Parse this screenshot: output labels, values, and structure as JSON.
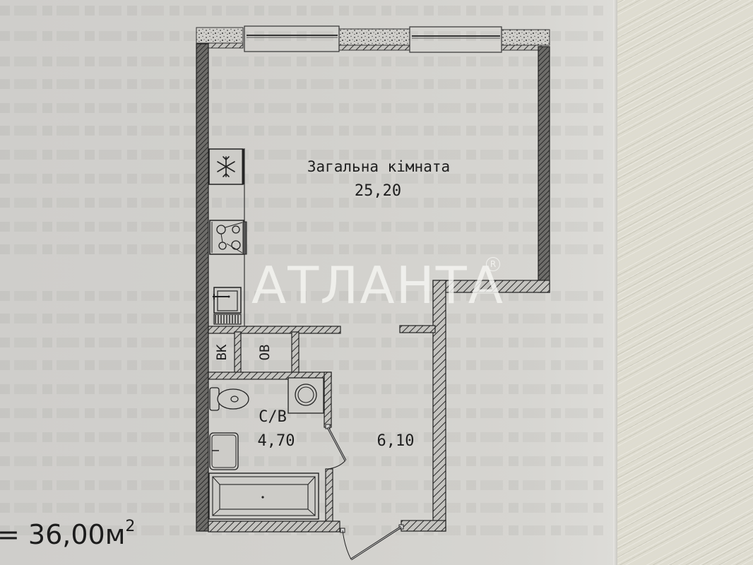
{
  "plan": {
    "total_area_prefix": "= ",
    "total_area_value": "36,00м",
    "total_area_unit_sup": "2",
    "rooms": [
      {
        "id": "living",
        "name": "Загальна кімната",
        "area": "25,20"
      },
      {
        "id": "bathroom",
        "name": "С/В",
        "area": "4,70"
      },
      {
        "id": "hallway",
        "name": "",
        "area": "6,10"
      },
      {
        "id": "vk",
        "name": "ВК"
      },
      {
        "id": "ov",
        "name": "ОВ"
      }
    ],
    "fixtures": [
      "fridge-icon",
      "stove-icon",
      "sink-icon",
      "toilet-icon",
      "washbasin-icon",
      "washing-machine-icon",
      "bathtub-icon"
    ]
  },
  "watermark": {
    "text": "АТЛАНТА",
    "registered": "R"
  },
  "colors": {
    "paper": "#d2d1cd",
    "wall_fill": "#bdbcb8",
    "ink": "#1e1e1e",
    "table": "#dedcd0"
  }
}
